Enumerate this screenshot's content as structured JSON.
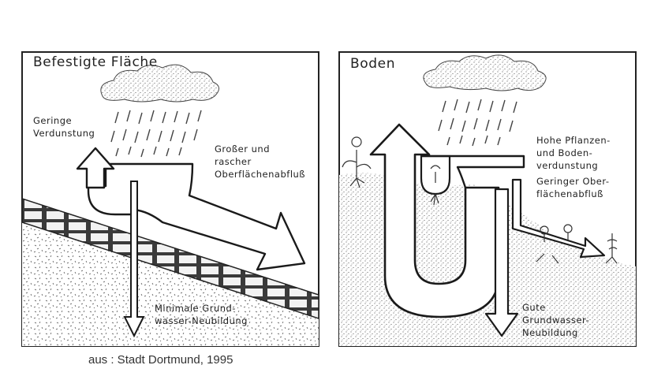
{
  "left_panel": {
    "title": "Befestigte Fläche",
    "label_evaporation": [
      "Geringe",
      "Verdunstung"
    ],
    "label_runoff": [
      "Großer und",
      "rascher",
      "Oberflächenabfluß"
    ],
    "label_recharge": [
      "Minimale Grund-",
      "wasser-Neubildung"
    ]
  },
  "right_panel": {
    "title": "Boden",
    "label_evaporation": [
      "Hohe Pflanzen-",
      "und Boden-",
      "verdunstung"
    ],
    "label_runoff": [
      "Geringer Ober-",
      "flächenabfluß"
    ],
    "label_recharge": [
      "Gute",
      "Grundwasser-",
      "Neubildung"
    ]
  },
  "caption": "aus : Stadt Dortmund, 1995"
}
